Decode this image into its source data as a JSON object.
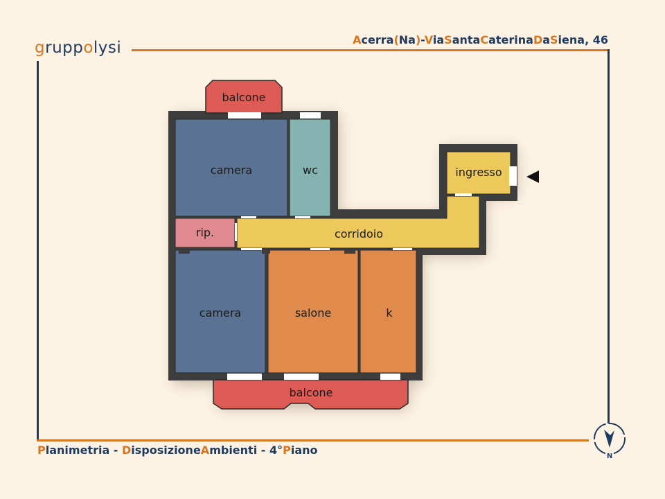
{
  "logo": {
    "prefix": "grupp",
    "o": "o",
    "suffix": "lysi"
  },
  "header": {
    "address_parts": [
      {
        "t": "A",
        "h": true
      },
      {
        "t": "cerra",
        "h": false
      },
      {
        "t": "(",
        "h": true
      },
      {
        "t": "Na",
        "h": false
      },
      {
        "t": ")",
        "h": true
      },
      {
        "t": "-",
        "h": false
      },
      {
        "t": "V",
        "h": true
      },
      {
        "t": "ia",
        "h": false
      },
      {
        "t": "S",
        "h": true
      },
      {
        "t": "anta",
        "h": false
      },
      {
        "t": "C",
        "h": true
      },
      {
        "t": "aterina",
        "h": false
      },
      {
        "t": "D",
        "h": true
      },
      {
        "t": "a",
        "h": false
      },
      {
        "t": "S",
        "h": true
      },
      {
        "t": "iena,",
        "h": false
      },
      {
        "t": " 46",
        "h": false
      }
    ]
  },
  "footer": {
    "subtitle_parts": [
      {
        "t": "P",
        "h": true
      },
      {
        "t": "lanimetria - ",
        "h": false
      },
      {
        "t": "D",
        "h": true
      },
      {
        "t": "isposizione",
        "h": false
      },
      {
        "t": "A",
        "h": true
      },
      {
        "t": "mbienti - 4°",
        "h": false
      },
      {
        "t": "P",
        "h": true
      },
      {
        "t": "iano",
        "h": false
      }
    ]
  },
  "rooms": {
    "balcone_top": {
      "label": "balcone",
      "color": "#dc5c55"
    },
    "camera_top": {
      "label": "camera",
      "color": "#5a7394"
    },
    "wc": {
      "label": "wc",
      "color": "#84b3b1"
    },
    "ingresso": {
      "label": "ingresso",
      "color": "#edc85a"
    },
    "rip": {
      "label": "rip.",
      "color": "#e0898e"
    },
    "corridoio": {
      "label": "corridoio",
      "color": "#edc85a"
    },
    "camera_bottom": {
      "label": "camera",
      "color": "#5a7394"
    },
    "salone": {
      "label": "salone",
      "color": "#e08b4b"
    },
    "k": {
      "label": "k",
      "color": "#e08b4b"
    },
    "balcone_bottom": {
      "label": "balcone",
      "color": "#dc5c55"
    }
  },
  "compass": {
    "label": "N"
  },
  "colors": {
    "accent": "#d9741f",
    "navy": "#1f3a5f",
    "wall": "#3d3d3d",
    "background": "#fdf3e4"
  }
}
